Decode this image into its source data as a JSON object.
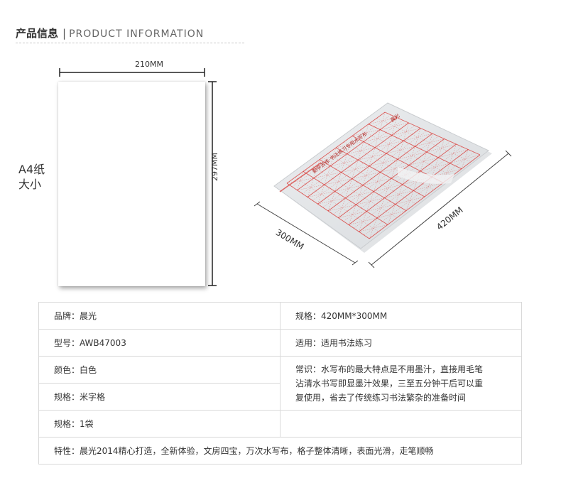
{
  "header": {
    "title_cn": "产品信息",
    "separator": "|",
    "title_en": "PRODUCT INFORMATION"
  },
  "diagram": {
    "a4_width_label": "210MM",
    "a4_height_label": "297MM",
    "a4_caption_line1": "A4纸",
    "a4_caption_line2": "大小",
    "mat_short_label": "300MM",
    "mat_long_label": "420MM",
    "mat_title_text": "勤学苦练·书法练习专用水写布",
    "mat_brand_text": "晨光"
  },
  "specs": {
    "brand": "品牌：晨光",
    "size": "规格：420MM*300MM",
    "model": "型号：AWB47003",
    "usage": "适用：适用书法练习",
    "color": "颜色：白色",
    "grid": "规格：米字格",
    "knowledge_l1": "常识：水写布的最大特点是不用墨汁，直接用毛笔",
    "knowledge_l2": "沾清水书写即显墨汁效果，三至五分钟干后可以重",
    "knowledge_l3": "复使用，省去了传统练习书法繁杂的准备时间",
    "pack": "规格：1袋",
    "feature": "特性：晨光2014精心打造，全新体验，文房四宝，万次水写布，格子整体清晰，表面光滑，走笔顺畅"
  },
  "colors": {
    "grid_red": "#d9302c",
    "mat_gray": "#e4e6e8",
    "border": "#d9d9d9"
  }
}
